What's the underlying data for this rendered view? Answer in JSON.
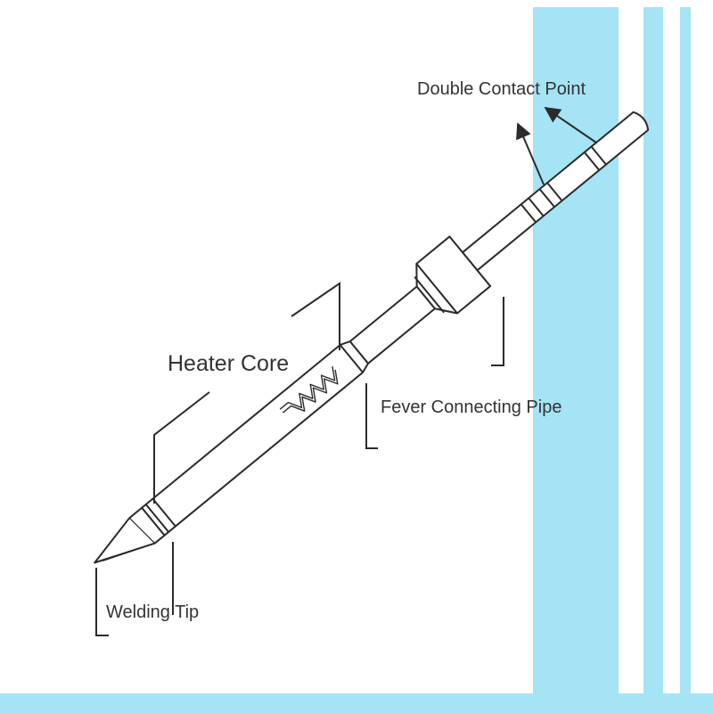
{
  "labels": {
    "double_contact_point": "Double Contact Point",
    "heater_core": "Heater Core",
    "fever_connecting_pipe": "Fever Connecting Pipe",
    "welding_tip": "Welding Tip"
  },
  "colors": {
    "background": "#ffffff",
    "accent_stripe": "#a5e4f5",
    "outline": "#2b2b2b",
    "label_text": "#333333"
  },
  "icons": {
    "heater_coil_mark": "zigzag-heater-symbol"
  }
}
